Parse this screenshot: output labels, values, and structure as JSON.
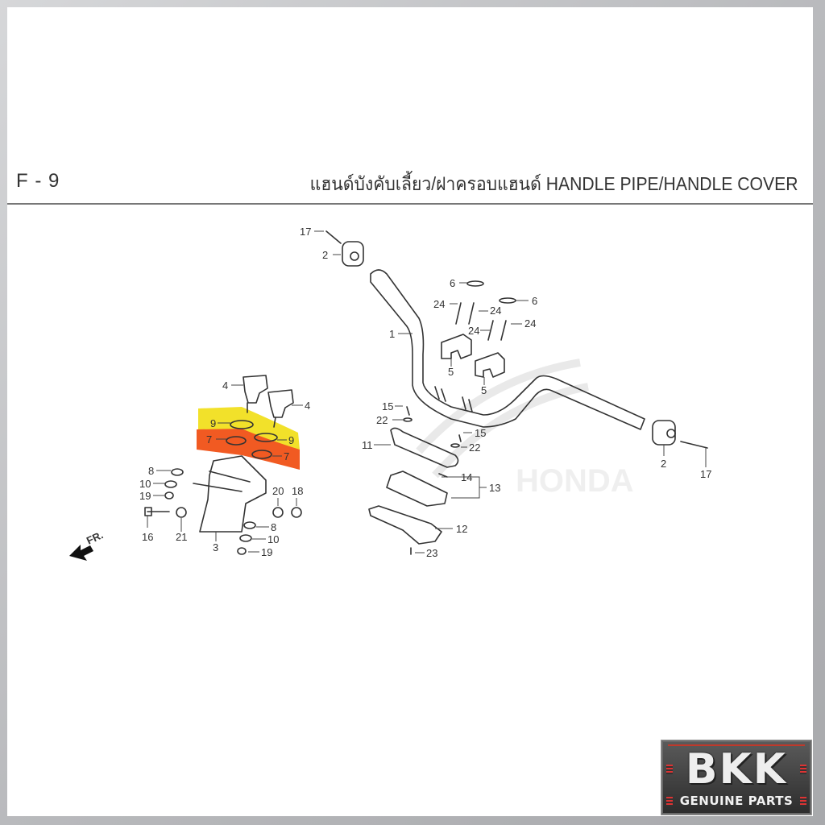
{
  "header": {
    "section_code": "F - 9",
    "title": "แฮนด์บังคับเลี้ยว/ฝาครอบแฮนด์  HANDLE PIPE/HANDLE COVER"
  },
  "diagram": {
    "direction_indicator": "FR.",
    "highlight_colors": {
      "upper": "#f2e12a",
      "lower": "#f15a22"
    },
    "callouts": [
      {
        "id": "c17a",
        "text": "17"
      },
      {
        "id": "c2a",
        "text": "2"
      },
      {
        "id": "c1",
        "text": "1"
      },
      {
        "id": "c6a",
        "text": "6"
      },
      {
        "id": "c6b",
        "text": "6"
      },
      {
        "id": "c24a",
        "text": "24"
      },
      {
        "id": "c24b",
        "text": "24"
      },
      {
        "id": "c24c",
        "text": "24"
      },
      {
        "id": "c24d",
        "text": "24"
      },
      {
        "id": "c5a",
        "text": "5"
      },
      {
        "id": "c5b",
        "text": "5"
      },
      {
        "id": "c4a",
        "text": "4"
      },
      {
        "id": "c4b",
        "text": "4"
      },
      {
        "id": "c9a",
        "text": "9"
      },
      {
        "id": "c9b",
        "text": "9"
      },
      {
        "id": "c7a",
        "text": "7"
      },
      {
        "id": "c7b",
        "text": "7"
      },
      {
        "id": "c8a",
        "text": "8"
      },
      {
        "id": "c10a",
        "text": "10"
      },
      {
        "id": "c19a",
        "text": "19"
      },
      {
        "id": "c16",
        "text": "16"
      },
      {
        "id": "c21",
        "text": "21"
      },
      {
        "id": "c3",
        "text": "3"
      },
      {
        "id": "c20",
        "text": "20"
      },
      {
        "id": "c18",
        "text": "18"
      },
      {
        "id": "c8b",
        "text": "8"
      },
      {
        "id": "c10b",
        "text": "10"
      },
      {
        "id": "c19b",
        "text": "19"
      },
      {
        "id": "c15a",
        "text": "15"
      },
      {
        "id": "c22a",
        "text": "22"
      },
      {
        "id": "c11",
        "text": "11"
      },
      {
        "id": "c15b",
        "text": "15"
      },
      {
        "id": "c22b",
        "text": "22"
      },
      {
        "id": "c14",
        "text": "14"
      },
      {
        "id": "c13",
        "text": "13"
      },
      {
        "id": "c12",
        "text": "12"
      },
      {
        "id": "c23",
        "text": "23"
      },
      {
        "id": "c2b",
        "text": "2"
      },
      {
        "id": "c17b",
        "text": "17"
      }
    ]
  },
  "logo": {
    "brand": "BKK",
    "tagline": "GENUINE PARTS"
  }
}
